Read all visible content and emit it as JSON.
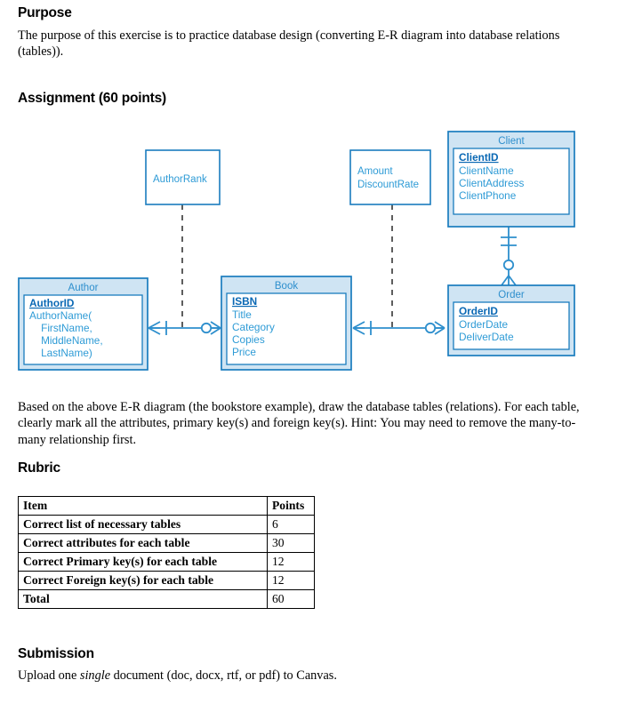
{
  "document": {
    "purpose": {
      "heading": "Purpose",
      "text": "The purpose of this exercise is to practice database design (converting E-R diagram into database relations (tables))."
    },
    "assignment": {
      "heading": "Assignment (60 points)"
    },
    "task": {
      "text": "Based on the above E-R diagram (the bookstore example), draw the database tables (relations). For each table, clearly mark all the attributes, primary key(s) and foreign key(s). Hint: You may need to remove the many-to-many relationship first."
    },
    "rubric": {
      "heading": "Rubric",
      "columns": [
        "Item",
        "Points"
      ],
      "rows": [
        {
          "item": "Correct list of necessary tables",
          "points": "6"
        },
        {
          "item": "Correct attributes for each table",
          "points": "30"
        },
        {
          "item": "Correct Primary key(s) for each table",
          "points": "12"
        },
        {
          "item": "Correct Foreign key(s) for each table",
          "points": "12"
        },
        {
          "item": "Total",
          "points": "60"
        }
      ]
    },
    "submission": {
      "heading": "Submission",
      "text_before": "Upload one ",
      "emphasis": "single",
      "text_after": " document (doc, docx, rtf, or pdf) to Canvas."
    }
  },
  "er_diagram": {
    "colors": {
      "entity_border": "#1a7cbe",
      "entity_header_fill": "#cfe4f3",
      "entity_body_fill": "#ffffff",
      "attribute_text": "#2e9bd6",
      "pk_text": "#0a68b4",
      "line": "#2e8fcd"
    },
    "entities": [
      {
        "name": "Author",
        "primary_key": "AuthorID",
        "attributes": [
          "AuthorName(",
          "    FirstName,",
          "    MiddleName,",
          "    LastName)"
        ]
      },
      {
        "name": "Book",
        "primary_key": "ISBN",
        "attributes": [
          "Title",
          "Category",
          "Copies",
          "Price"
        ]
      },
      {
        "name": "Client",
        "primary_key": "ClientID",
        "attributes": [
          "ClientName",
          "ClientAddress",
          "ClientPhone"
        ]
      },
      {
        "name": "Order",
        "primary_key": "OrderID",
        "attributes": [
          "OrderDate",
          "DeliverDate"
        ]
      }
    ],
    "relationship_attributes": [
      {
        "id": "author-book-attr",
        "lines": [
          "AuthorRank"
        ]
      },
      {
        "id": "book-order-attr",
        "lines": [
          "Amount",
          "DiscountRate"
        ]
      }
    ],
    "relationships": [
      {
        "id": "author-book",
        "from": "Author",
        "to": "Book",
        "from_cardinality": "one-or-more",
        "to_cardinality": "zero-or-more",
        "attribute_box": "AuthorRank"
      },
      {
        "id": "book-order",
        "from": "Book",
        "to": "Order",
        "from_cardinality": "one-or-more",
        "to_cardinality": "zero-or-more",
        "attribute_box": "Amount / DiscountRate"
      },
      {
        "id": "client-order",
        "from": "Client",
        "to": "Order",
        "from_cardinality": "exactly-one",
        "to_cardinality": "zero-or-more",
        "attribute_box": ""
      }
    ]
  }
}
